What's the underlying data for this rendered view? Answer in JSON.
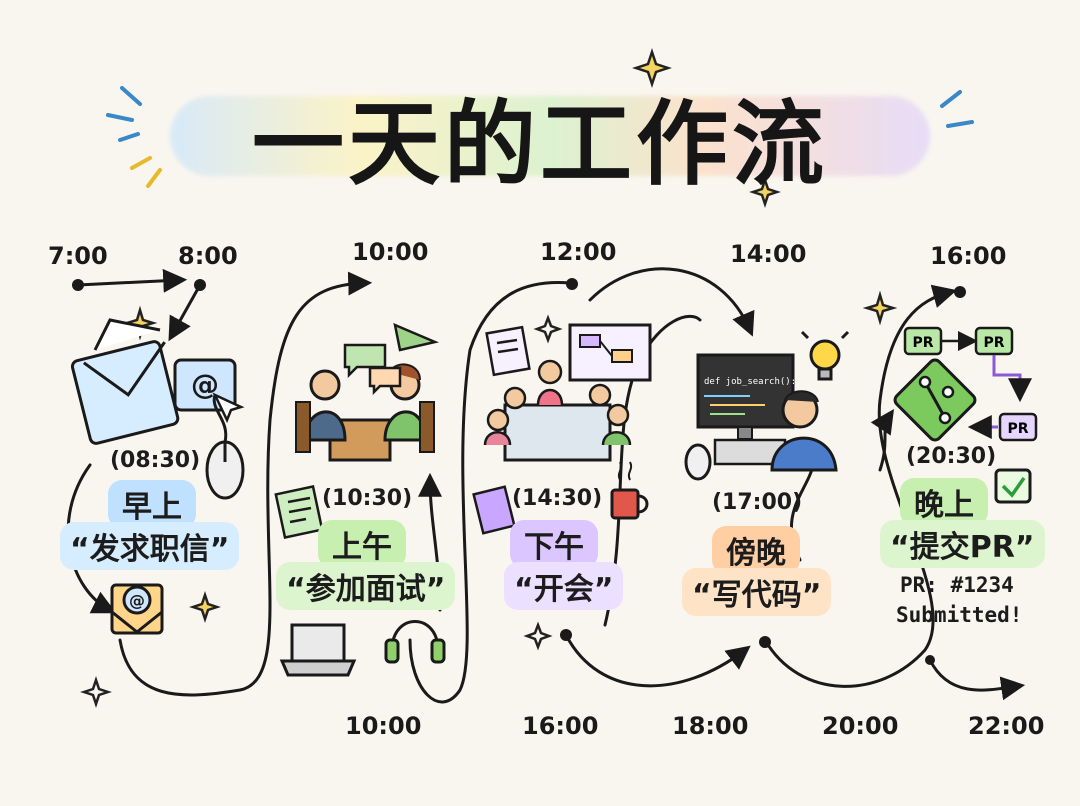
{
  "title": "一天的工作流",
  "timeline": {
    "top_times": [
      "7:00",
      "8:00",
      "10:00",
      "12:00",
      "14:00",
      "16:00"
    ],
    "bottom_times": [
      "10:00",
      "16:00",
      "18:00",
      "20:00",
      "22:00"
    ]
  },
  "tasks": [
    {
      "clock": "(08:30)",
      "period": "早上",
      "task": "“发求职信”",
      "color": "#bfe0ff"
    },
    {
      "clock": "(10:30)",
      "period": "上午",
      "task": "“参加面试”",
      "color": "#c6efb0"
    },
    {
      "clock": "(14:30)",
      "period": "下午",
      "task": "“开会”",
      "color": "#dcc6ff"
    },
    {
      "clock": "(17:00)",
      "period": "傍晚",
      "task": "“写代码”",
      "color": "#ffcfa3"
    },
    {
      "clock": "(20:30)",
      "period": "晚上",
      "task": "“提交PR”",
      "color": "#c6efb0"
    }
  ],
  "pr_note": {
    "line1": "PR: #1234",
    "line2": "Submitted!"
  },
  "code_snippet": "def job_search():",
  "pr_boxes": [
    "PR",
    "PR",
    "PR"
  ],
  "icons": {
    "at_sign": "@"
  }
}
